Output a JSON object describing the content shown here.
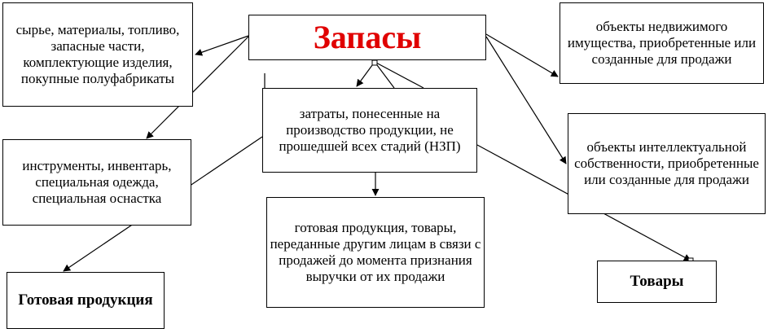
{
  "title": "Запасы",
  "boxes": {
    "raw": "сырье, материалы, топливо, запасные части, комплектующие изделия, покупные полуфабрикаты",
    "realty": "объекты недвижимого имущества, приобретенные или созданные для продажи",
    "wip": "затраты, понесенные на производство продукции, не прошедшей всех стадий (НЗП)",
    "tools": "инструменты, инвентарь, специальная одежда, специальная оснастка",
    "ip": "объекты интеллектуальной собственности, приобретенные или созданные для продажи",
    "goods": "готовая продукция, товары, переданные другим лицам в связи с продажей до момента признания выручки от их продажи",
    "finished": "Готовая продукция",
    "tovary": "Товары"
  },
  "colors": {
    "title": "#e00000",
    "line": "#000000"
  }
}
